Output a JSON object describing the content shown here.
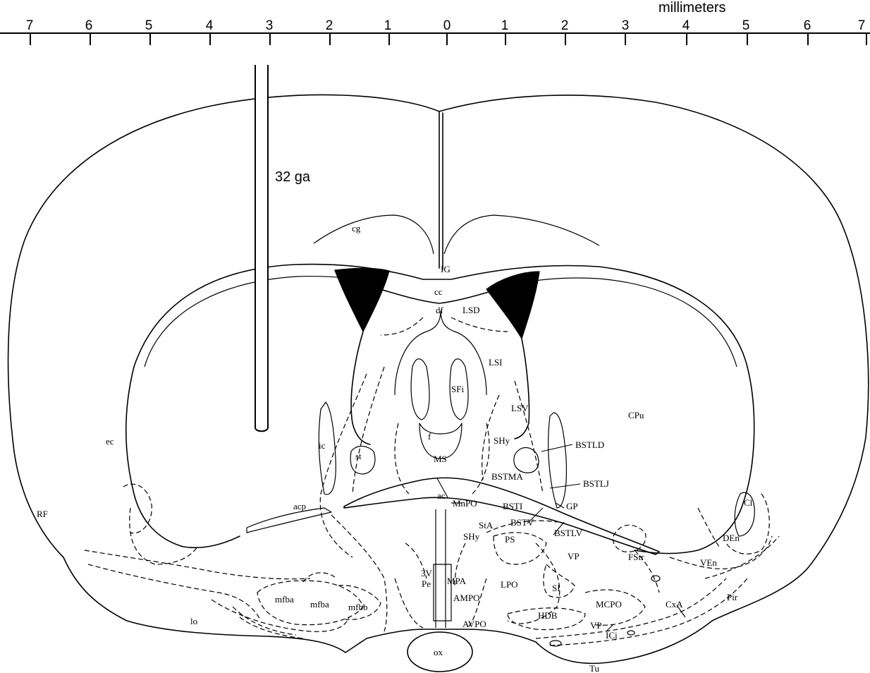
{
  "scale": {
    "unit": "millimeters",
    "left_ticks": [
      "7",
      "6",
      "5",
      "4",
      "3",
      "2",
      "1"
    ],
    "center_tick": "0",
    "right_ticks": [
      "1",
      "2",
      "3",
      "4",
      "5",
      "6",
      "7"
    ]
  },
  "probe": {
    "label": "32 ga"
  },
  "regions": {
    "cg": "cg",
    "IG": "IG",
    "cc": "cc",
    "df": "df",
    "LSD": "LSD",
    "LSI": "LSI",
    "SFi": "SFi",
    "f": "f",
    "MS": "MS",
    "LSV": "LSV",
    "SHy": "SHy",
    "BSTLD": "BSTLD",
    "BSTMA": "BSTMA",
    "BSTLJ": "BSTLJ",
    "CPu": "CPu",
    "ec": "ec",
    "ic": "ic",
    "st": "st",
    "ac": "ac",
    "MnPO": "MnPO",
    "BSTI": "BSTI",
    "GP": "GP",
    "Cl": "Cl",
    "acp": "acp",
    "RF": "RF",
    "StA": "StA",
    "BSTV": "BSTV",
    "BSTLV": "BSTLV",
    "SHy2": "SHy",
    "PS": "PS",
    "VP": "VP",
    "FStr": "FStr",
    "DEn": "DEn",
    "VEn": "VEn",
    "3V": "3V",
    "Pe": "Pe",
    "MPA": "MPA",
    "LPO": "LPO",
    "SI": "SI",
    "AMPO": "AMPO",
    "mfba": "mfba",
    "mfba2": "mfba",
    "mfbb": "mfbb",
    "MCPO": "MCPO",
    "CxA": "CxA",
    "Pir": "Pir",
    "HDB": "HDB",
    "VP2": "VP",
    "AVPO": "AVPO",
    "lo": "lo",
    "Tu": "Tu",
    "ICj": "ICj",
    "ox": "ox"
  }
}
